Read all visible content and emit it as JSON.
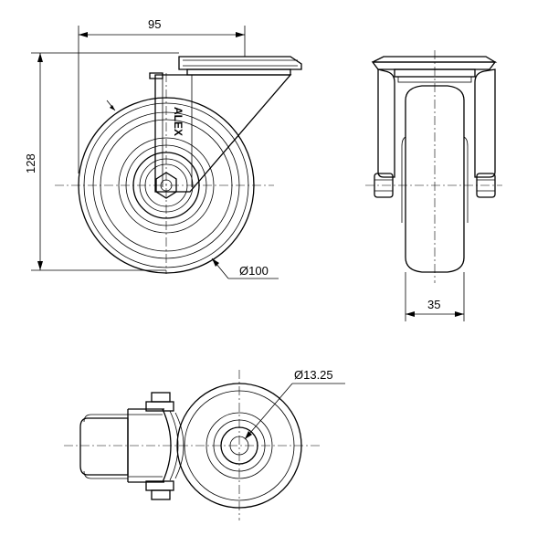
{
  "dimensions": {
    "width": "95",
    "height": "128",
    "wheel_diameter": "Ø100",
    "wheel_width": "35",
    "bolt_hole": "Ø13.25"
  },
  "brand": "ALEX",
  "icons": {
    "fork": "swivel-fork-icon",
    "wheel": "wheel-icon",
    "nut": "hex-nut-icon"
  },
  "colors": {
    "line": "#000000",
    "background": "#ffffff"
  }
}
